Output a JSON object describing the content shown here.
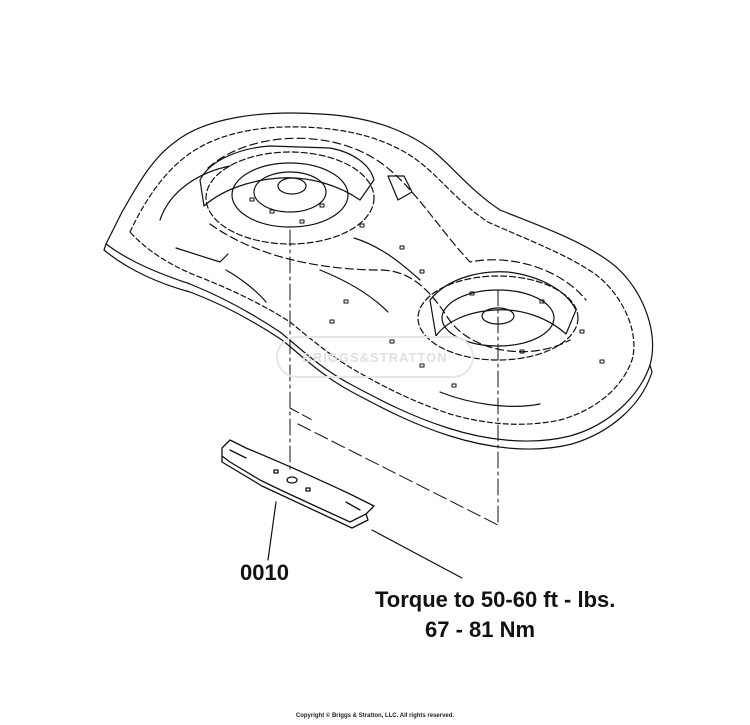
{
  "labels": {
    "part_number": "0010",
    "torque_line_1": "Torque to 50-60 ft - lbs.",
    "torque_line_2": "67 - 81 Nm"
  },
  "watermark": {
    "text": "BRIGGS&STRATTON"
  },
  "footer": {
    "copyright": "Copyright © Briggs & Stratton, LLC. All rights reserved."
  },
  "colors": {
    "line": "#111111",
    "watermark": "#e0e0e0",
    "background": "#ffffff"
  }
}
